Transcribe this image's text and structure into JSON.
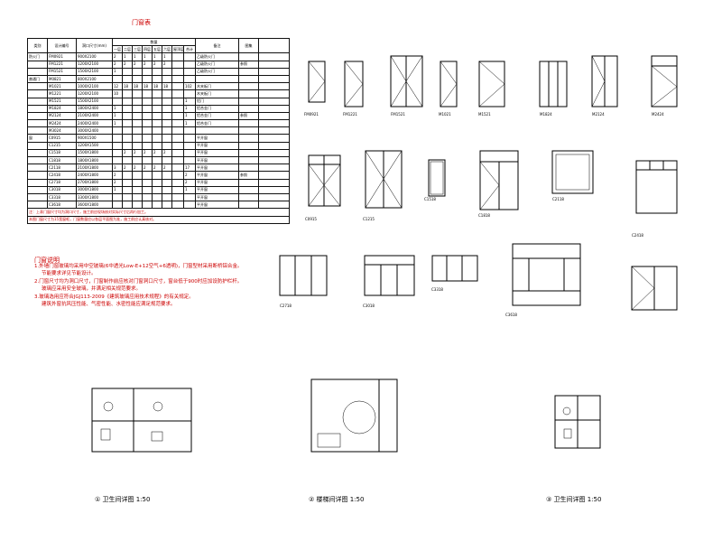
{
  "titles": {
    "schedule": "门窗表",
    "notes": "门窗说明"
  },
  "table": {
    "headers": [
      "类别",
      "设计编号",
      "洞口尺寸(mm)",
      "数量",
      "备注",
      "图集"
    ],
    "floors": [
      "一层",
      "二层",
      "三层",
      "四层",
      "五层",
      "六层",
      "屋顶层",
      "合计"
    ],
    "rows": [
      {
        "cat": "防火门",
        "code": "FM0921",
        "size": "900X2100",
        "q": [
          "2",
          "1",
          "1",
          "1",
          "1",
          "1",
          "",
          ""
        ],
        "total": "",
        "remark": "乙级防火门"
      },
      {
        "cat": "",
        "code": "FM1221",
        "size": "1200X2100",
        "q": [
          "2",
          "2",
          "2",
          "2",
          "2",
          "2",
          "",
          ""
        ],
        "total": "",
        "remark": "乙级防火门"
      },
      {
        "cat": "",
        "code": "FM1521",
        "size": "1500X2100",
        "q": [
          "1",
          "",
          "",
          "",
          "",
          "",
          "",
          ""
        ],
        "total": "",
        "remark": "乙级防火门"
      },
      {
        "cat": "普通门",
        "code": "M0821",
        "size": "800X2100",
        "q": [
          "",
          "",
          "",
          "",
          "",
          "",
          "",
          ""
        ],
        "total": "",
        "remark": ""
      },
      {
        "cat": "",
        "code": "M1021",
        "size": "1000X2100",
        "q": [
          "12",
          "18",
          "18",
          "18",
          "18",
          "18",
          "",
          ""
        ],
        "total": "102",
        "remark": "木夹板门"
      },
      {
        "cat": "",
        "code": "M1221",
        "size": "1200X2100",
        "q": [
          "10",
          "",
          "",
          "",
          "",
          "",
          "",
          ""
        ],
        "total": "",
        "remark": "木夹板门"
      },
      {
        "cat": "",
        "code": "M1521",
        "size": "1500X2100",
        "q": [
          "",
          "",
          "",
          "",
          "",
          "",
          "",
          ""
        ],
        "total": "1",
        "remark": "铝门"
      },
      {
        "cat": "",
        "code": "M1824",
        "size": "1800X2400",
        "q": [
          "1",
          "",
          "",
          "",
          "",
          "",
          "",
          ""
        ],
        "total": "1",
        "remark": "铝合金门"
      },
      {
        "cat": "",
        "code": "M2124",
        "size": "2100X2400",
        "q": [
          "1",
          "",
          "",
          "",
          "",
          "",
          "",
          ""
        ],
        "total": "1",
        "remark": "铝合金门"
      },
      {
        "cat": "",
        "code": "M2424",
        "size": "2400X2400",
        "q": [
          "1",
          "",
          "",
          "",
          "",
          "",
          "",
          ""
        ],
        "total": "1",
        "remark": "铝合金门"
      },
      {
        "cat": "",
        "code": "M3024",
        "size": "3000X2400",
        "q": [
          "",
          "",
          "",
          "",
          "",
          "",
          "",
          ""
        ],
        "total": "",
        "remark": ""
      },
      {
        "cat": "窗",
        "code": "C0915",
        "size": "900X1500",
        "q": [
          "",
          "",
          "",
          "",
          "",
          "",
          "",
          ""
        ],
        "total": "",
        "remark": "平开窗"
      },
      {
        "cat": "",
        "code": "C1215",
        "size": "1200X1500",
        "q": [
          "",
          "",
          "",
          "",
          "",
          "",
          "",
          ""
        ],
        "total": "",
        "remark": "平开窗"
      },
      {
        "cat": "",
        "code": "C1518",
        "size": "1500X1800",
        "q": [
          "",
          "2",
          "2",
          "2",
          "2",
          "2",
          "",
          ""
        ],
        "total": "",
        "remark": "平开窗"
      },
      {
        "cat": "",
        "code": "C1818",
        "size": "1800X1800",
        "q": [
          "",
          "",
          "",
          "",
          "",
          "",
          "",
          ""
        ],
        "total": "",
        "remark": "平开窗"
      },
      {
        "cat": "",
        "code": "C2118",
        "size": "2100X1800",
        "q": [
          "3",
          "2",
          "2",
          "2",
          "2",
          "2",
          "",
          ""
        ],
        "total": "17",
        "remark": "平开窗"
      },
      {
        "cat": "",
        "code": "C2418",
        "size": "2400X1800",
        "q": [
          "2",
          "",
          "",
          "",
          "",
          "",
          "",
          ""
        ],
        "total": "2",
        "remark": "平开窗"
      },
      {
        "cat": "",
        "code": "C2718",
        "size": "2700X1800",
        "q": [
          "2",
          "",
          "",
          "",
          "",
          "",
          "",
          ""
        ],
        "total": "2",
        "remark": "平开窗"
      },
      {
        "cat": "",
        "code": "C3018",
        "size": "3000X1800",
        "q": [
          "1",
          "",
          "",
          "",
          "",
          "",
          "",
          ""
        ],
        "total": "1",
        "remark": "平开窗"
      },
      {
        "cat": "",
        "code": "C3318",
        "size": "3300X1800",
        "q": [
          "",
          "",
          "",
          "",
          "",
          "",
          "",
          ""
        ],
        "total": "",
        "remark": "平开窗"
      },
      {
        "cat": "",
        "code": "C3618",
        "size": "3600X1800",
        "q": [
          "",
          "",
          "",
          "",
          "",
          "",
          "",
          ""
        ],
        "total": "",
        "remark": "平开窗"
      }
    ],
    "atlas": [
      "参照",
      "参照",
      "参照"
    ],
    "footnotes": [
      "注：上表门窗尺寸均为洞口尺寸，施工前应现场核对实际尺寸后再行加工。",
      "本图门窗尺寸为15宽窗框，门窗数量应以各层平面图为准，施工前应认真核对。"
    ]
  },
  "notes": [
    "1.外墙门窗玻璃均采用中空玻璃(6中透光Low-E+12空气+6透明)，门窗型材采用断桥铝合金。",
    "节能要求详见节能设计。",
    "2.门窗尺寸均为洞口尺寸，门窗制作前应核对门窗洞口尺寸，窗台低于900时应加设防护栏杆。",
    "玻璃应采用安全玻璃，并满足相关规范要求。",
    "3.玻璃选用应符合JGJ113-2009《建筑玻璃应用技术规程》的有关规定。",
    "建筑外窗抗风压性能、气密性能、水密性能应满足规范要求。"
  ],
  "elevation_captions": [
    "FM0921",
    "FM1221",
    "FM1521",
    "M1021",
    "M1521",
    "M1824",
    "M2124",
    "M2424",
    "C0915",
    "C1215",
    "C1518",
    "C1818",
    "C2118",
    "C2418",
    "C2718",
    "C3018",
    "C3318",
    "C3618"
  ],
  "detail_captions": [
    "①  卫生间详图 1:50",
    "②  楼梯间详图 1:50",
    "③  卫生间详图 1:50"
  ],
  "scale": "1:50"
}
